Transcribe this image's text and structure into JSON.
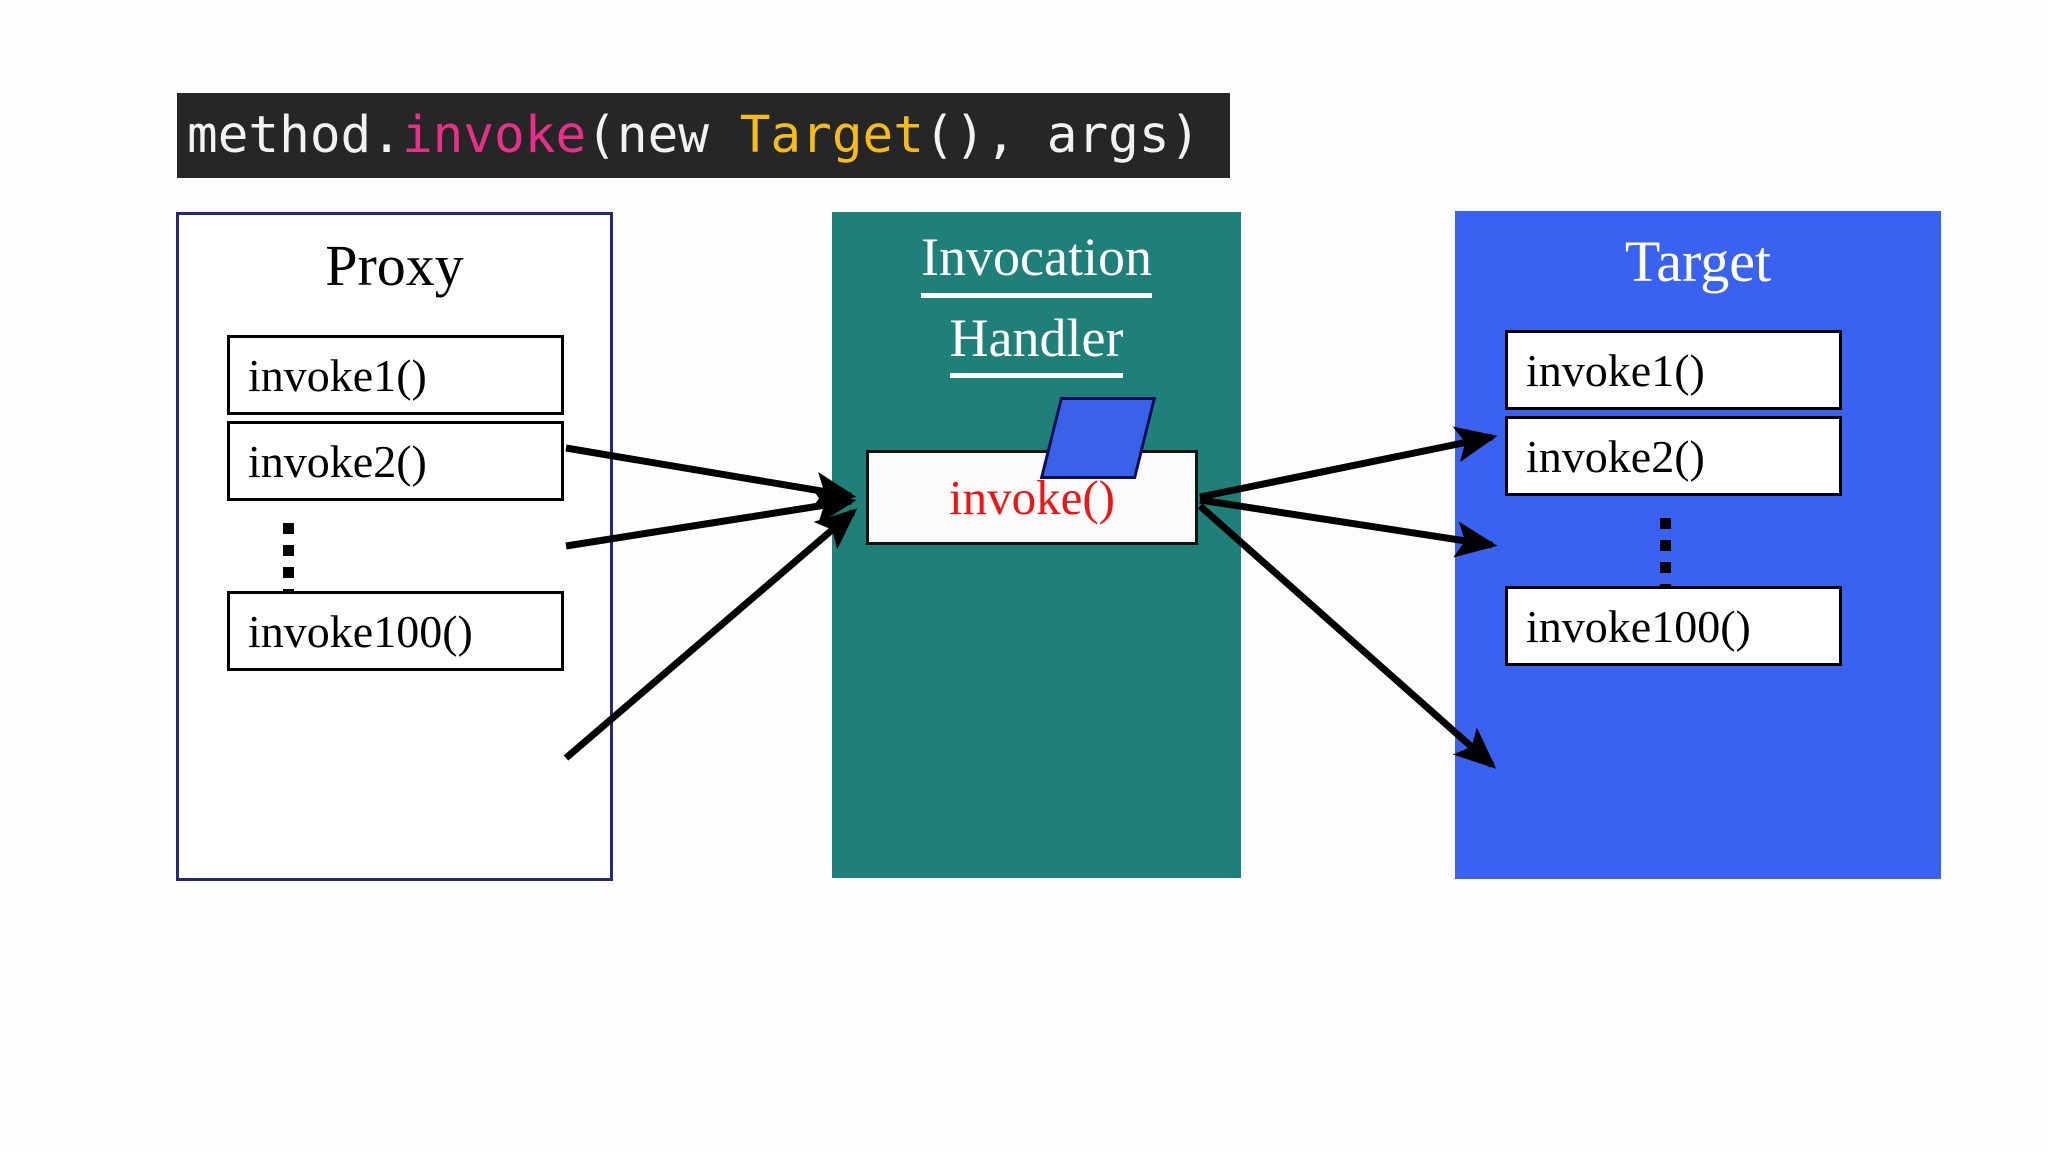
{
  "code_banner": {
    "tokens": [
      {
        "text": "method.",
        "kind": "plain"
      },
      {
        "text": "invoke",
        "kind": "method"
      },
      {
        "text": "(new ",
        "kind": "plain"
      },
      {
        "text": "Target",
        "kind": "class"
      },
      {
        "text": "(), args)",
        "kind": "plain"
      }
    ],
    "full_text": "method.invoke(new Target(), args)",
    "background_color": "#262626",
    "plain_color": "#f2f2f2",
    "method_color": "#e8308a",
    "class_color": "#f5bc18"
  },
  "proxy": {
    "title": "Proxy",
    "border_color": "#27277d",
    "background_color": "#ffffff",
    "methods": [
      {
        "label": "invoke1()"
      },
      {
        "label": "invoke2()"
      },
      {
        "label": "invoke100()"
      }
    ],
    "ellipsis": "vertical-dots"
  },
  "handler": {
    "title_line1": "Invocation",
    "title_line2": "Handler",
    "background_color": "#1f807a",
    "title_color": "#ffffff",
    "invoke_label": "invoke()",
    "invoke_label_color": "#f01414",
    "badge": {
      "name": "parallelogram-badge",
      "fill_color": "#3a62e8",
      "border_color": "#0d0d55"
    }
  },
  "target": {
    "title": "Target",
    "background_color": "#3a62f0",
    "title_color": "#ffffff",
    "methods": [
      {
        "label": "invoke1()"
      },
      {
        "label": "invoke2()"
      },
      {
        "label": "invoke100()"
      }
    ],
    "ellipsis": "vertical-dots"
  },
  "arrows": {
    "stroke_color": "#000000",
    "inbound": [
      {
        "from": "proxy-invoke1",
        "to": "handler-invoke"
      },
      {
        "from": "proxy-invoke2",
        "to": "handler-invoke"
      },
      {
        "from": "proxy-invoke100",
        "to": "handler-invoke"
      }
    ],
    "outbound": [
      {
        "from": "handler-invoke",
        "to": "target-invoke1"
      },
      {
        "from": "handler-invoke",
        "to": "target-invoke2"
      },
      {
        "from": "handler-invoke",
        "to": "target-invoke100"
      }
    ]
  }
}
